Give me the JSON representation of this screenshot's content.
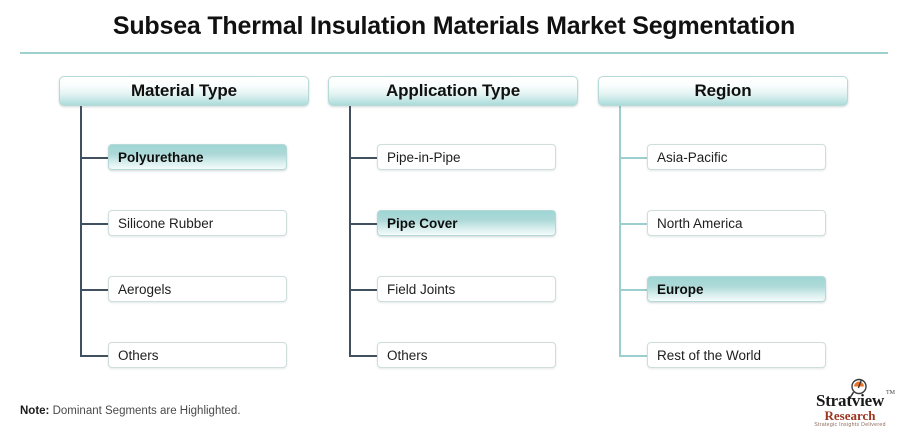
{
  "page": {
    "title": "Subsea Thermal Insulation Materials Market Segmentation",
    "accent_color": "#9ed0cd",
    "highlight_color": "#9ed6d4",
    "trunk_dark_color": "#41505f",
    "trunk_teal_color": "#9bcecd"
  },
  "columns": [
    {
      "header": "Material Type",
      "line_color": "#41505f",
      "items": [
        {
          "label": "Polyurethane",
          "highlighted": true
        },
        {
          "label": "Silicone Rubber",
          "highlighted": false
        },
        {
          "label": "Aerogels",
          "highlighted": false
        },
        {
          "label": "Others",
          "highlighted": false
        }
      ]
    },
    {
      "header": "Application Type",
      "line_color": "#41505f",
      "items": [
        {
          "label": "Pipe-in-Pipe",
          "highlighted": false
        },
        {
          "label": "Pipe Cover",
          "highlighted": true
        },
        {
          "label": "Field Joints",
          "highlighted": false
        },
        {
          "label": "Others",
          "highlighted": false
        }
      ]
    },
    {
      "header": "Region",
      "line_color": "#9bcecd",
      "items": [
        {
          "label": "Asia-Pacific",
          "highlighted": false
        },
        {
          "label": "North America",
          "highlighted": false
        },
        {
          "label": "Europe",
          "highlighted": true
        },
        {
          "label": "Rest of the World",
          "highlighted": false
        }
      ]
    }
  ],
  "footer": {
    "note_label": "Note:",
    "note_text": " Dominant Segments are Highlighted."
  },
  "logo": {
    "wordmark": "Stratview",
    "trademark": "TM",
    "sub": "Research",
    "tagline": "Strategic Insights Delivered"
  }
}
